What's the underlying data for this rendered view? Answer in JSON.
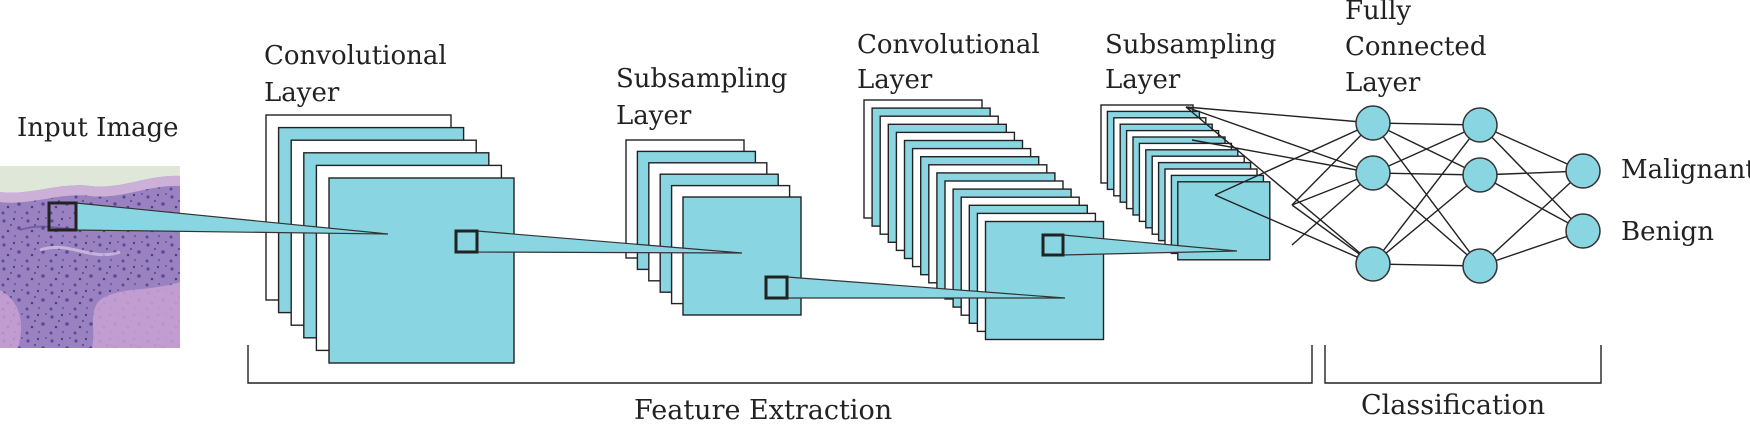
{
  "labels": {
    "input": "Input Image",
    "conv1": [
      "Convolutional",
      "Layer"
    ],
    "sub1": [
      "Subsampling",
      "Layer"
    ],
    "conv2": [
      "Convolutional",
      "Layer"
    ],
    "sub2": [
      "Subsampling",
      "Layer"
    ],
    "fc": [
      "Fully",
      "Connected",
      "Layer"
    ],
    "out1": "Malignant",
    "out2": "Benign",
    "feature_extraction": "Feature Extraction",
    "classification": "Classification"
  },
  "colors": {
    "feature_map": "#8ad5e2",
    "plate_white": "#ffffff",
    "stroke": "#222222",
    "tissue_base": "#9a82c0",
    "tissue_dark": "#5a4a98",
    "tissue_pink": "#c9a2d4"
  },
  "network": {
    "fc_layer_sizes": [
      3,
      3,
      2
    ],
    "outputs": [
      "Malignant",
      "Benign"
    ]
  }
}
